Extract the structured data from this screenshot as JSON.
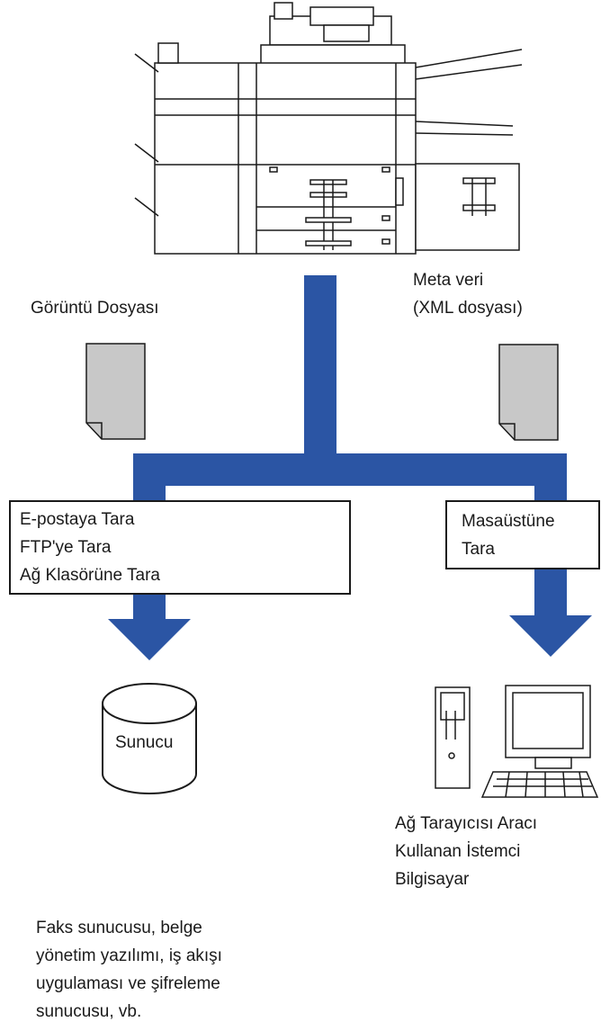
{
  "labels": {
    "image_file": "Görüntü Dosyası",
    "metadata_line1": "Meta veri",
    "metadata_line2": "(XML dosyası)",
    "server": "Sunucu",
    "client_line1": "Ağ Tarayıcısı Aracı",
    "client_line2": "Kullanan İstemci",
    "client_line3": "Bilgisayar",
    "footer_line1": "Faks sunucusu, belge",
    "footer_line2": "yönetim yazılımı, iş akışı",
    "footer_line3": "uygulaması ve şifreleme",
    "footer_line4": "sunucusu, vb."
  },
  "scan_box_left": [
    "E-postaya Tara",
    "FTP'ye Tara",
    "Ağ Klasörüne Tara"
  ],
  "scan_box_right": [
    "Masaüstüne",
    "Tara"
  ],
  "colors": {
    "flow": "#2b55a4",
    "doc": "#c8c8c8",
    "stroke": "#1a1a1a"
  }
}
